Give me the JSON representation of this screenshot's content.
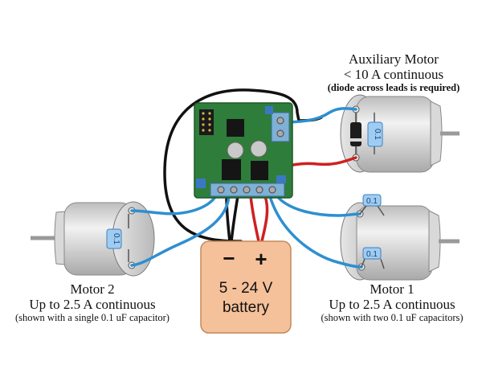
{
  "aux_motor": {
    "title": "Auxiliary Motor",
    "rating": "< 10 A continuous",
    "note": "(diode across leads is required)"
  },
  "motor2": {
    "title": "Motor 2",
    "rating": "Up to 2.5 A continuous",
    "note": "(shown with a single 0.1 uF capacitor)"
  },
  "motor1": {
    "title": "Motor 1",
    "rating": "Up to 2.5 A continuous",
    "note": "(shown with two 0.1 uF capacitors)"
  },
  "battery": {
    "voltage": "5 - 24 V",
    "label": "battery",
    "negative": "−",
    "positive": "+"
  },
  "capacitor_label": "0.1",
  "colors": {
    "wire_blue": "#2e8fd0",
    "wire_red": "#cf2020",
    "wire_black": "#111111",
    "battery_fill": "#f5c19a",
    "board_green": "#2f7d3a",
    "motor_gray": "#cfcfcf",
    "capacitor_fill": "#9fcdf2"
  }
}
